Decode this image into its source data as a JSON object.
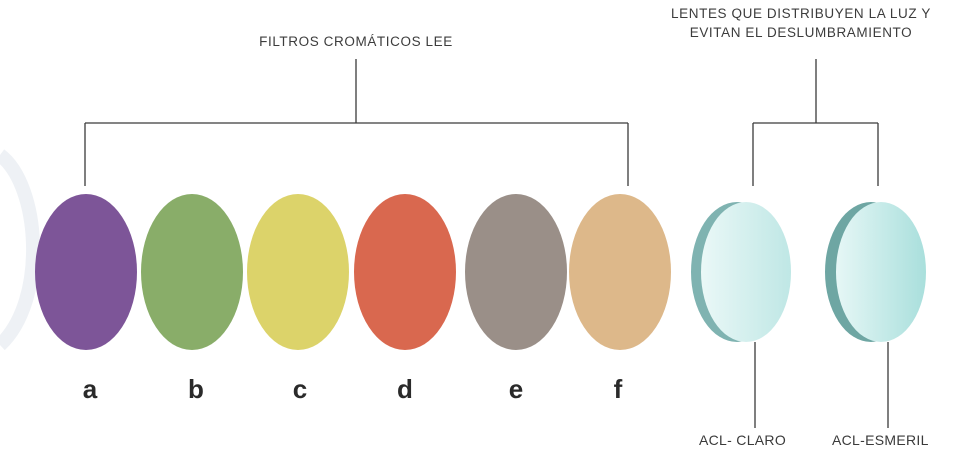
{
  "filters_heading": "FILTROS CROMÁTICOS LEE",
  "lenses_heading_line1": "LENTES QUE DISTRIBUYEN LA LUZ Y",
  "lenses_heading_line2": "EVITAN EL DESLUMBRAMIENTO",
  "filters": [
    {
      "letter": "a",
      "color": "#7d5598"
    },
    {
      "letter": "b",
      "color": "#89ad69"
    },
    {
      "letter": "c",
      "color": "#dcd36a"
    },
    {
      "letter": "d",
      "color": "#d9684f"
    },
    {
      "letter": "e",
      "color": "#9a8f88"
    },
    {
      "letter": "f",
      "color": "#ddb88a"
    }
  ],
  "lenses": [
    {
      "label": "ACL- CLARO",
      "color": "#cdeeed",
      "edge_color": "#7fb3b1"
    },
    {
      "label": "ACL-ESMERIL",
      "color": "#c0e8e6",
      "edge_color": "#6ea6a3"
    }
  ]
}
